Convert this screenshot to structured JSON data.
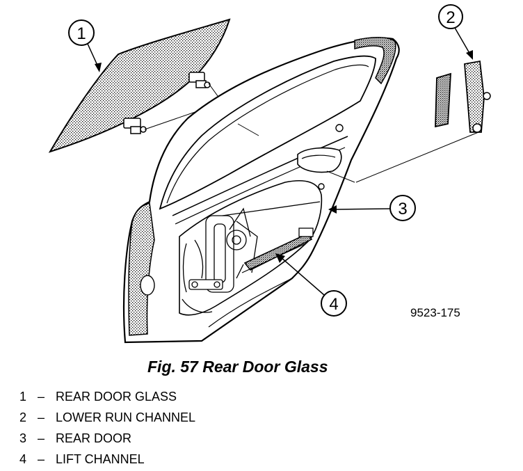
{
  "figure": {
    "code": "9523-175",
    "caption": "Fig. 57 Rear Door Glass"
  },
  "callouts": [
    {
      "number": "1"
    },
    {
      "number": "2"
    },
    {
      "number": "3"
    },
    {
      "number": "4"
    }
  ],
  "legend": [
    {
      "number": "1",
      "separator": "–",
      "label": "REAR DOOR GLASS"
    },
    {
      "number": "2",
      "separator": "–",
      "label": "LOWER RUN CHANNEL"
    },
    {
      "number": "3",
      "separator": "–",
      "label": "REAR DOOR"
    },
    {
      "number": "4",
      "separator": "–",
      "label": "LIFT CHANNEL"
    }
  ]
}
